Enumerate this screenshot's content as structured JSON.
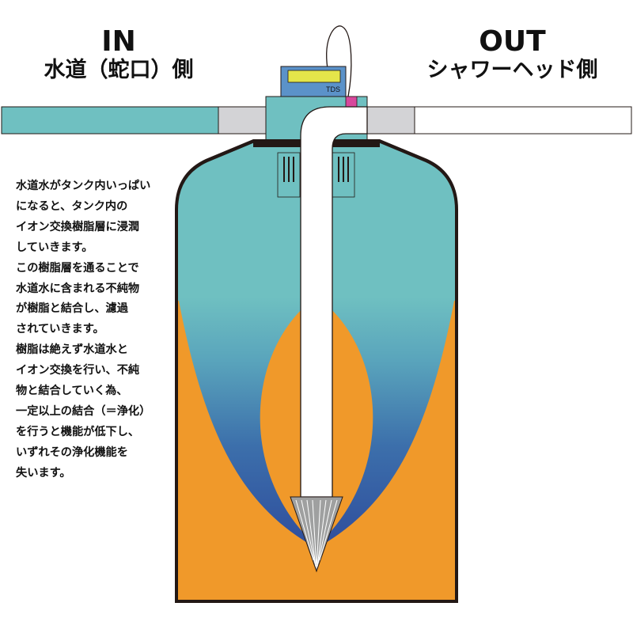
{
  "in_label": {
    "title": "IN",
    "subtitle": "水道（蛇口）側"
  },
  "out_label": {
    "title": "OUT",
    "subtitle": "シャワーヘッド側"
  },
  "meter_label": "TDS",
  "explanation": "水道水がタンク内いっぱい\nになると、タンク内の\nイオン交換樹脂層に浸潤\nしていきます。\nこの樹脂層を通ることで\n水道水に含まれる不純物\nが樹脂と結合し、濾過\nされていきます。\n樹脂は絶えず水道水と\nイオン交換を行い、不純\n物と結合していく為、\n一定以上の結合（＝浄化）\nを行うと機能が低下し、\nいずれその浄化機能を\n失います。",
  "colors": {
    "water": "#6fc0c1",
    "resin": "#f0992a",
    "flow_dark": "#2f4e9d",
    "outline": "#231815",
    "pipe_gray": "#d3d3d6",
    "meter_screen": "#e4e54a",
    "meter_body": "#5b92c9",
    "pink_fitting": "#d7489c"
  }
}
